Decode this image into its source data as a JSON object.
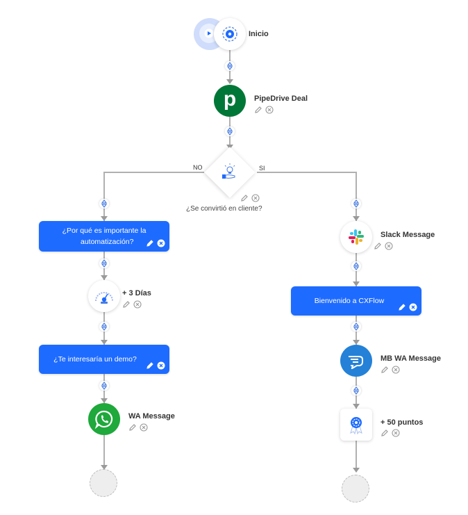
{
  "flow": {
    "start": {
      "label": "Inicio",
      "start_icon": "play-icon",
      "node_icon": "gear-cog-icon"
    },
    "pipedrive": {
      "label": "PipeDrive Deal",
      "icon": "pipedrive-logo-icon",
      "initial": "p"
    },
    "condition": {
      "label": "¿Se convirtió en cliente?",
      "no_label": "NO",
      "yes_label": "SI",
      "icon": "lightbulb-hand-icon"
    },
    "left": {
      "message1": {
        "label_line1": "¿Por qué es importante la",
        "label_line2": "automatización?"
      },
      "wait": {
        "label": "+ 3 Días",
        "icon": "timer-gauge-icon"
      },
      "message2": {
        "label": "¿Te interesaría un demo?"
      },
      "wa": {
        "label": "WA Message",
        "icon": "whatsapp-icon"
      }
    },
    "right": {
      "slack": {
        "label": "Slack Message",
        "icon": "slack-icon"
      },
      "message": {
        "label": "Bienvenido a CXFlow"
      },
      "mbwa": {
        "label": "MB WA Message",
        "icon": "messagebird-icon"
      },
      "points": {
        "label": "+ 50 puntos",
        "icon": "badge-award-icon"
      }
    }
  },
  "colors": {
    "primary_blue": "#1e6bff",
    "pipedrive_green": "#017737",
    "whatsapp_green": "#25d366",
    "messagebird_blue": "#2481d7",
    "connector_line": "#b0b0b0",
    "connector_handle": "#4a7de0"
  }
}
